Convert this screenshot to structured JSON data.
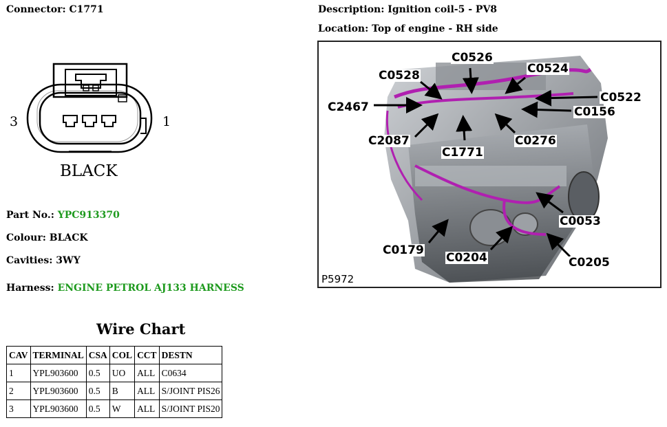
{
  "connector": {
    "label": "Connector:",
    "id": "C1771",
    "pin_left": "3",
    "pin_right": "1",
    "color_caption": "BLACK"
  },
  "part": {
    "label": "Part No.:",
    "value": "YPC913370"
  },
  "colour": {
    "label": "Colour:",
    "value": "BLACK"
  },
  "cavities": {
    "label": "Cavities:",
    "value": "3WY"
  },
  "harness": {
    "label": "Harness:",
    "value": "ENGINE PETROL AJ133 HARNESS"
  },
  "description": {
    "label": "Description:",
    "value": "Ignition coil-5 - PV8"
  },
  "location": {
    "label": "Location:",
    "value": "Top of engine - RH side"
  },
  "figure": {
    "id": "P5972",
    "callouts": [
      "C0526",
      "C0528",
      "C0524",
      "C0522",
      "C2467",
      "C0156",
      "C2087",
      "C1771",
      "C0276",
      "C0053",
      "C0179",
      "C0204",
      "C0205"
    ]
  },
  "wire_chart": {
    "title": "Wire Chart",
    "headers": [
      "CAV",
      "TERMINAL",
      "CSA",
      "COL",
      "CCT",
      "DESTN"
    ],
    "rows": [
      [
        "1",
        "YPL903600",
        "0.5",
        "UO",
        "ALL",
        "C0634"
      ],
      [
        "2",
        "YPL903600",
        "0.5",
        "B",
        "ALL",
        "S/JOINT PIS26"
      ],
      [
        "3",
        "YPL903600",
        "0.5",
        "W",
        "ALL",
        "S/JOINT PIS20"
      ]
    ]
  },
  "colors": {
    "link_green": "#1e9a1e",
    "harness_magenta": "#b020b0"
  }
}
